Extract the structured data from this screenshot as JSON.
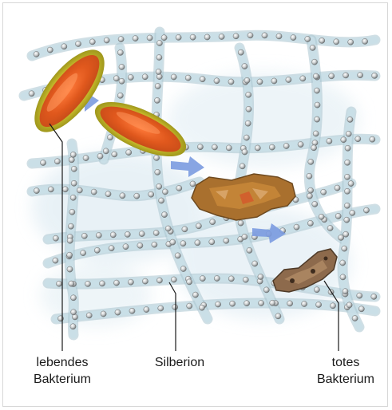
{
  "labels": {
    "living_bacterium": [
      "lebendes",
      "Bakterium"
    ],
    "silver_ion": "Silberion",
    "dead_bacterium": [
      "totes",
      "Bakterium"
    ]
  },
  "colors": {
    "fiber": "#c9dfe8",
    "fiber_edge": "#a9c4cf",
    "bead": "#b8bcbe",
    "living_bacterium": "#e8782a",
    "living_bacterium_halo": "#b9b52c",
    "dead_bacterium": "#9b6a3a",
    "arrow": "#6d8fd6",
    "leader_line": "#1a1a1a"
  },
  "icons": [
    "living-bacterium",
    "silver-ion-bead",
    "dead-bacterium",
    "process-arrow"
  ]
}
